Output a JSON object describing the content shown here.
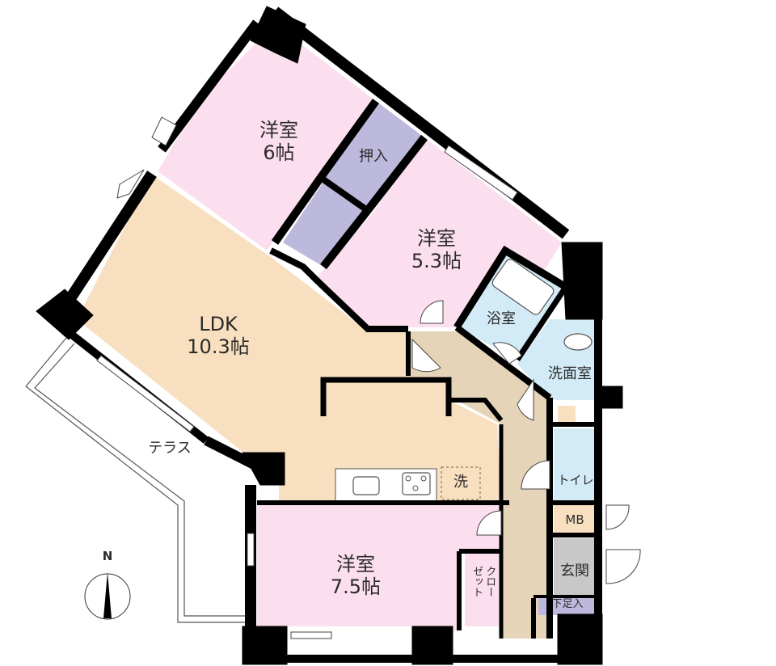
{
  "floor_plan": {
    "colors": {
      "western_room": "#fcdfee",
      "ldk": "#f8dfbf",
      "closet": "#bdb9dc",
      "wet_area": "#d3ebf7",
      "corridor": "#e6d4b8",
      "entrance": "#c8c8c8",
      "mb": "#f8dfbf",
      "wall": "#000000"
    },
    "rooms": [
      {
        "id": "western-6",
        "name": "洋室",
        "size": "6帖"
      },
      {
        "id": "western-5_3",
        "name": "洋室",
        "size": "5.3帖"
      },
      {
        "id": "ldk",
        "name": "LDK",
        "size": "10.3帖"
      },
      {
        "id": "western-7_5",
        "name": "洋室",
        "size": "7.5帖"
      }
    ],
    "labels": {
      "oshiire": "押入",
      "bath": "浴室",
      "washroom": "洗面室",
      "toilet": "トイレ",
      "mb": "MB",
      "genkan": "玄関",
      "shoe_box": "下足入",
      "closet": "クローゼット",
      "closet_col1": "クロー",
      "closet_col2": "ゼット",
      "washer": "洗",
      "terrace": "テラス"
    },
    "compass": {
      "label": "N"
    }
  }
}
